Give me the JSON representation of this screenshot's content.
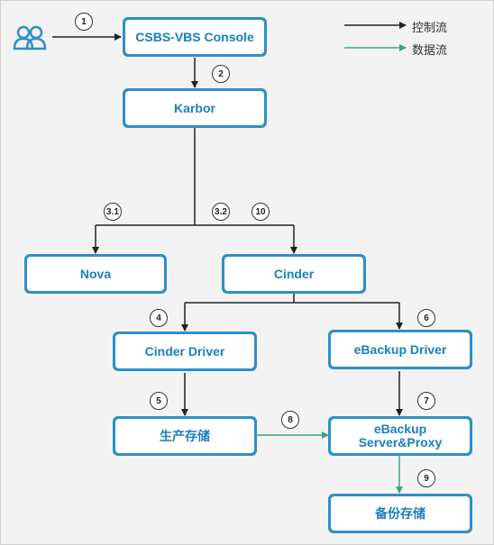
{
  "nodes": {
    "console": "CSBS-VBS Console",
    "karbor": "Karbor",
    "nova": "Nova",
    "cinder": "Cinder",
    "cinder_driver": "Cinder Driver",
    "ebackup_driver": "eBackup Driver",
    "production_storage": "生产存储",
    "ebackup_server_line1": "eBackup",
    "ebackup_server_line2": "Server&Proxy",
    "backup_storage": "备份存储"
  },
  "steps": [
    "1",
    "2",
    "3.1",
    "3.2",
    "10",
    "4",
    "6",
    "5",
    "7",
    "8",
    "9"
  ],
  "legend": {
    "control_flow": "控制流",
    "data_flow": "数据流"
  },
  "colors": {
    "control": "#222222",
    "data": "#3aa87a",
    "box_border": "#2f8fc6",
    "box_text": "#1a7fbf",
    "user_icon": "#2f8fc6"
  }
}
